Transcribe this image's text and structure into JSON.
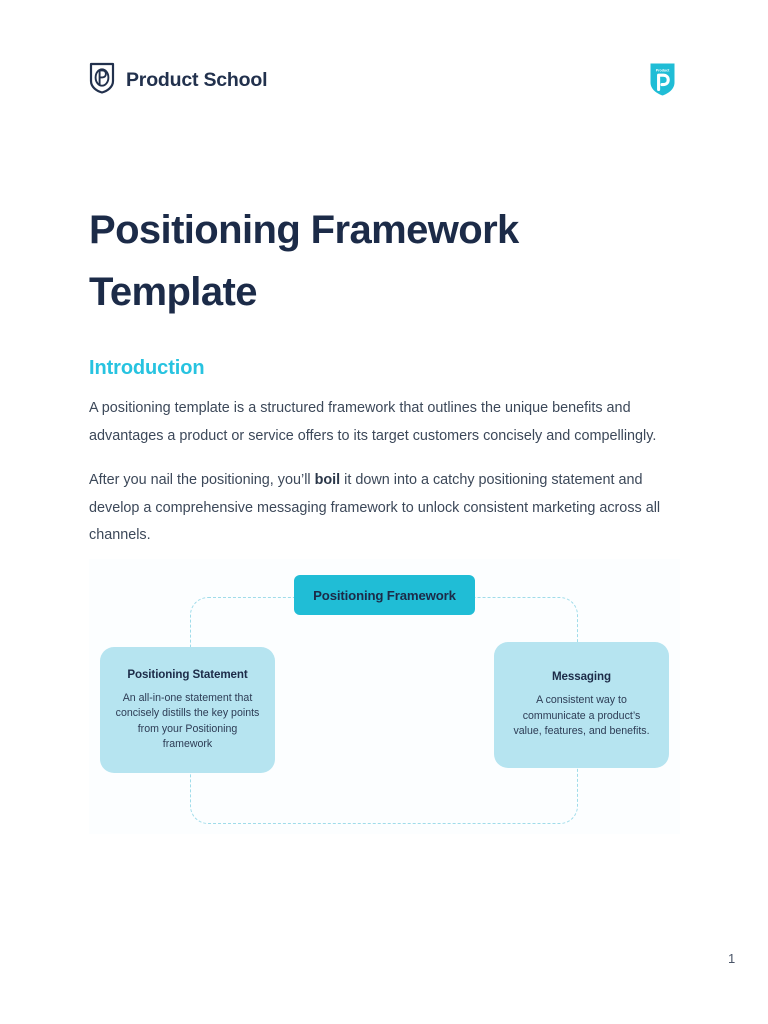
{
  "header": {
    "brand_name": "Product School",
    "brand_logo_icon": "product-school-shield-logo",
    "corner_badge_icon": "product-school-shield-badge",
    "corner_badge_text": "Product"
  },
  "document": {
    "title": "Positioning Framework Template",
    "section_heading": "Introduction",
    "paragraph_1": "A positioning template is a structured framework that outlines the unique benefits and advantages a product or service offers to its target customers concisely and compellingly.",
    "paragraph_2_part_1": "After you nail the positioning, you’ll ",
    "paragraph_2_emphasis": "boil",
    "paragraph_2_part_2": " it down into a catchy positioning statement and develop a comprehensive messaging framework to unlock consistent marketing across all channels.",
    "page_number": "1"
  },
  "diagram": {
    "top_node_label": "Positioning Framework",
    "left_node_title": "Positioning Statement",
    "left_node_description": "An all-in-one statement that concisely distills the key points from your Positioning framework",
    "right_node_title": "Messaging",
    "right_node_description": "A consistent way to communicate a product’s value, features, and benefits."
  },
  "colors": {
    "brand_cyan": "#20bdd6",
    "heading_cyan": "#27c3e0",
    "navy": "#1c2b48",
    "light_blue_node": "#b6e4f0",
    "dashed_line": "#9fdcea",
    "body_text": "#3c4859"
  }
}
